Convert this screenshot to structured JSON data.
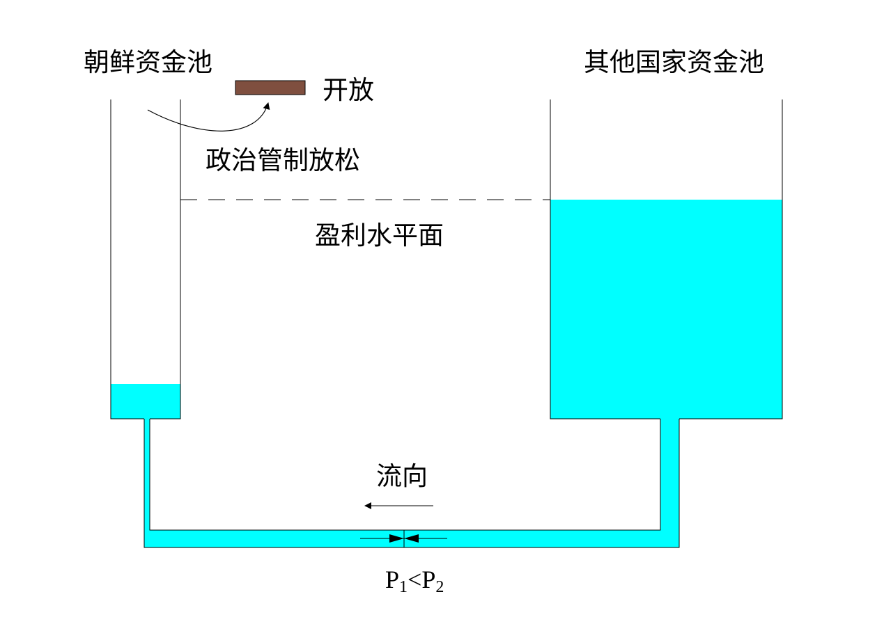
{
  "labels": {
    "left_pool": "朝鲜资金池",
    "right_pool": "其他国家资金池",
    "gate": "开放",
    "policy": "政治管制放松",
    "profit_level": "盈利水平面",
    "flow": "流向"
  },
  "pressure": {
    "p_left": "P",
    "sub_left": "1",
    "operator": "<",
    "p_right": "P",
    "sub_right": "2"
  },
  "colors": {
    "water": "#00ffff",
    "gate": "#7f4f3f",
    "line": "#000000"
  }
}
